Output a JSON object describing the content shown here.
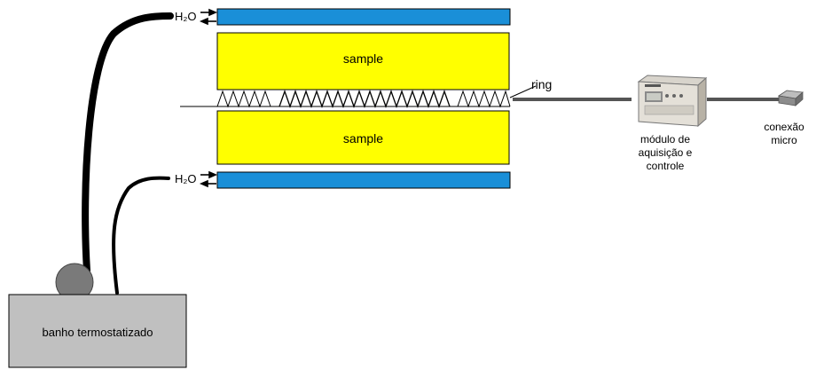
{
  "labels": {
    "h2o_top": "H₂O",
    "h2o_bottom": "H₂O",
    "sample_top": "sample",
    "sample_bottom": "sample",
    "ring": "ring",
    "module_line1": "módulo de",
    "module_line2": "aquisição e",
    "module_line3": "controle",
    "conexao_line1": "conexão",
    "conexao_line2": "micro",
    "bath": "banho termostatizado"
  },
  "colors": {
    "cooling_plate": "#1a8fd8",
    "sample": "#ffff00",
    "bath_box": "#c0c0c0",
    "pump": "#7a7a7a",
    "hose": "#000000",
    "cable": "#555555"
  }
}
